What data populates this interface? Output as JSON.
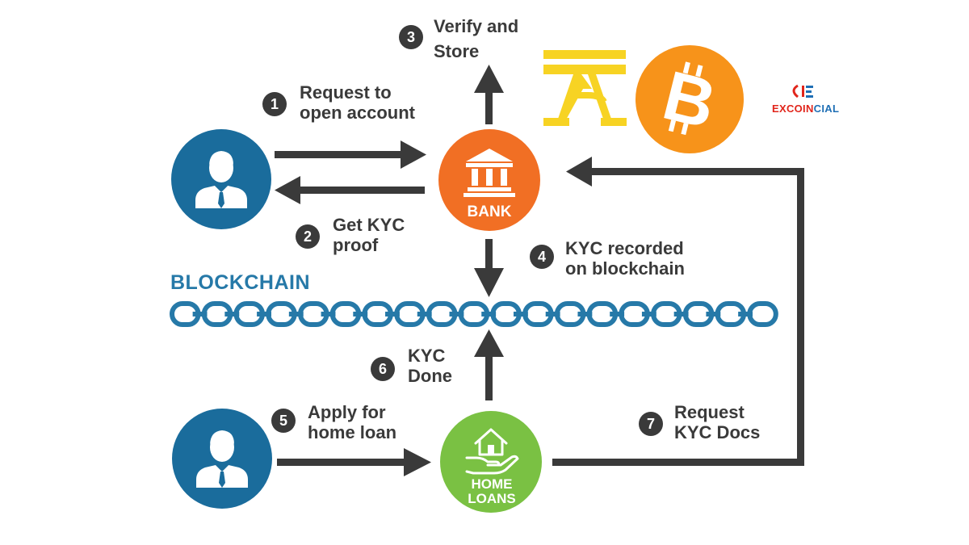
{
  "colors": {
    "person": "#1a6c9c",
    "bank": "#f16f24",
    "home": "#7ac143",
    "chain": "#2679a8",
    "arrow": "#3a3a3a",
    "tezos": "#f7d323",
    "bitcoin": "#f7931a",
    "brand_red": "#e1251b",
    "brand_blue": "#1f6fb5"
  },
  "nodes": {
    "bank_label": "BANK",
    "home_label_line1": "HOME",
    "home_label_line2": "LOANS"
  },
  "blockchain": {
    "title": "BLOCKCHAIN",
    "link_count": 19
  },
  "steps": [
    {
      "num": "1",
      "line1": "Request to",
      "line2": "open account"
    },
    {
      "num": "2",
      "line1": "Get KYC",
      "line2": "proof"
    },
    {
      "num": "3",
      "line1": "Verify and",
      "line2": "Store"
    },
    {
      "num": "4",
      "line1": "KYC recorded",
      "line2": "on blockchain"
    },
    {
      "num": "5",
      "line1": "Apply for",
      "line2": "home loan"
    },
    {
      "num": "6",
      "line1": "KYC",
      "line2": "Done"
    },
    {
      "num": "7",
      "line1": "Request",
      "line2": "KYC Docs"
    }
  ],
  "brand": {
    "part1": "EX",
    "part2": "COIN",
    "part3": "CIAL"
  },
  "icons": [
    "person-icon",
    "bank-icon",
    "home-hand-icon",
    "tezos-logo-icon",
    "bitcoin-logo-icon",
    "excoincial-logo-icon"
  ]
}
